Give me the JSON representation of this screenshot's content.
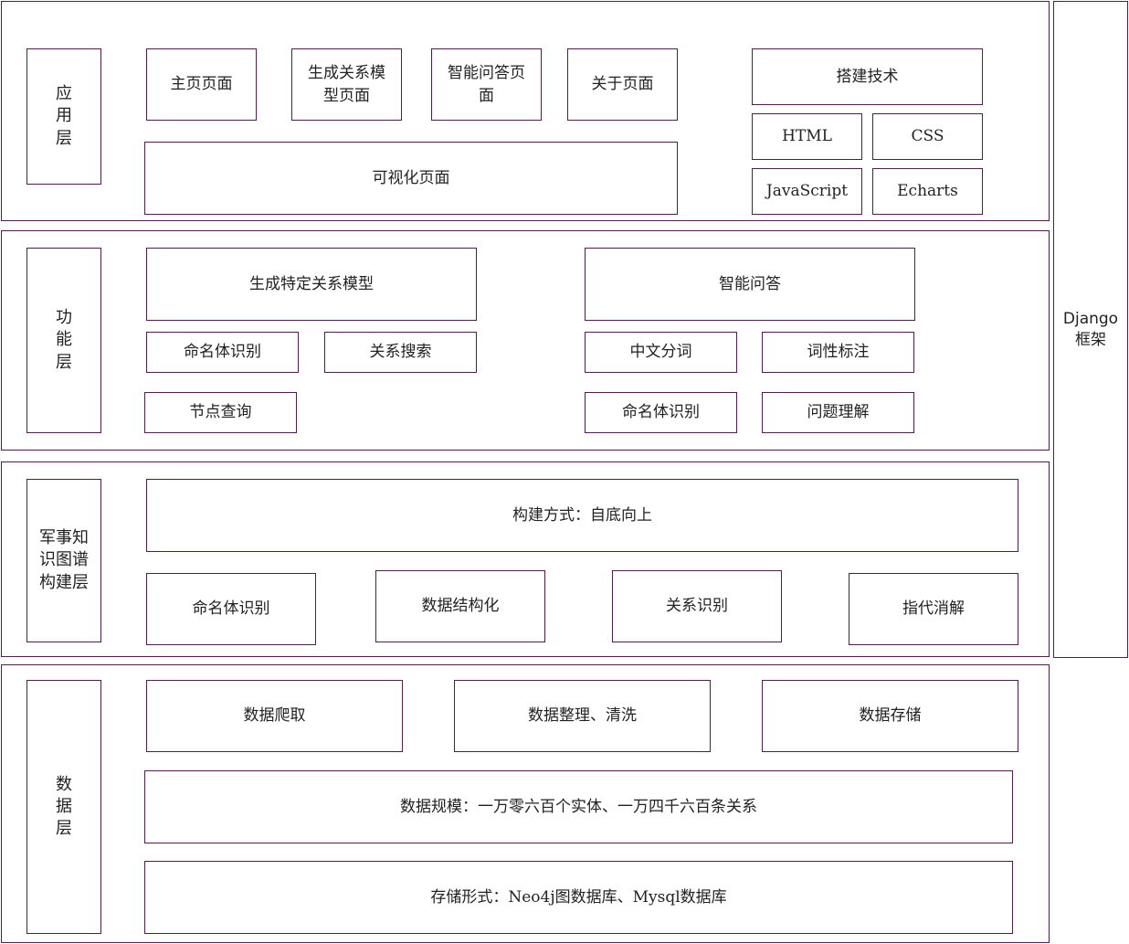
{
  "app_layer": {
    "label": "应\n用\n层",
    "home": "主页页面",
    "relation_model_page": "生成关系模\n型页面",
    "qa_page": "智能问答页\n面",
    "about_page": "关于页面",
    "visual_page": "可视化页面",
    "tech_title": "搭建技术",
    "tech": [
      "HTML",
      "CSS",
      "JavaScript",
      "Echarts"
    ]
  },
  "func_layer": {
    "label": "功\n能\n层",
    "gen_model": "生成特定关系模型",
    "ner": "命名体识别",
    "rel_search": "关系搜索",
    "node_query": "节点查询",
    "qa": "智能问答",
    "segment": "中文分词",
    "pos": "词性标注",
    "ner2": "命名体识别",
    "question": "问题理解"
  },
  "kg_layer": {
    "label": "军事知\n识图谱\n构建层",
    "method": "构建方式：自底向上",
    "ner": "命名体识别",
    "structuring": "数据结构化",
    "rel_recog": "关系识别",
    "coref": "指代消解"
  },
  "data_layer": {
    "label": "数\n据\n层",
    "crawl": "数据爬取",
    "clean": "数据整理、清洗",
    "store": "数据存储",
    "scale": "数据规模：一万零六百个实体、一万四千六百条关系",
    "storage_form": "存储形式：Neo4j图数据库、Mysql数据库"
  },
  "framework": {
    "label": "Django\n框架"
  },
  "colors": {
    "border": "#4e1f4e",
    "text": "#222222"
  }
}
